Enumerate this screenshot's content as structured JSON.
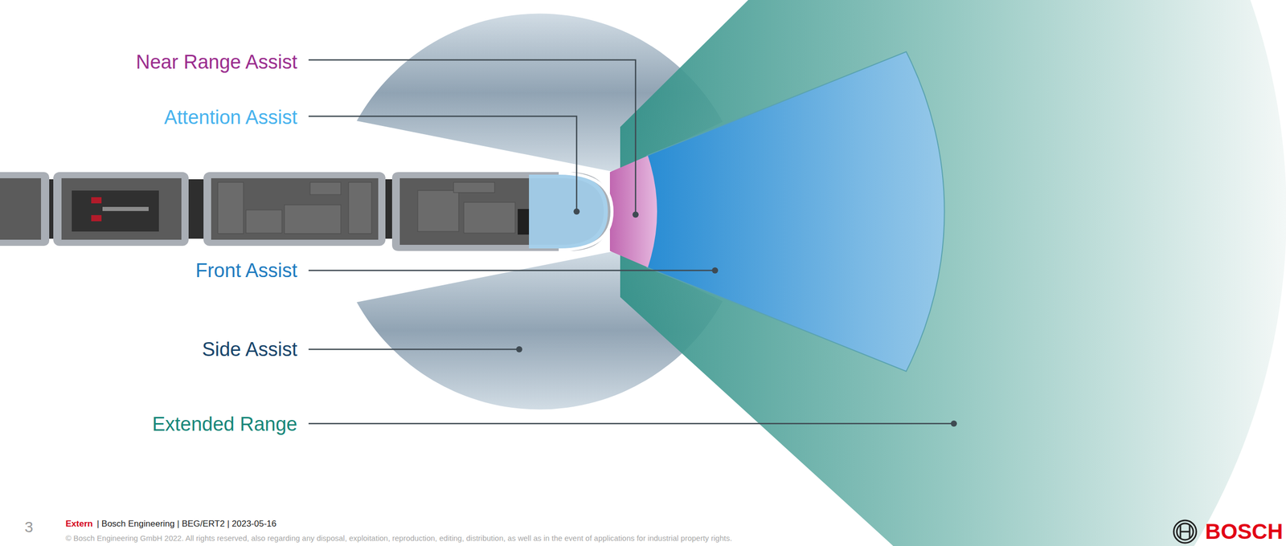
{
  "diagram": {
    "labels": [
      "Near Range Assist",
      "Attention Assist",
      "Front Assist",
      "Side Assist",
      "Extended Range",
      "3",
      "Extern",
      "| Bosch Engineering | BEG/ERT2 | 2023-05-16",
      "© Bosch Engineering GmbH 2022. All rights reserved, also regarding any disposal, exploitation, reproduction, editing, distribution, as well as in the event of applications for industrial property rights.",
      "BOSCH"
    ]
  }
}
